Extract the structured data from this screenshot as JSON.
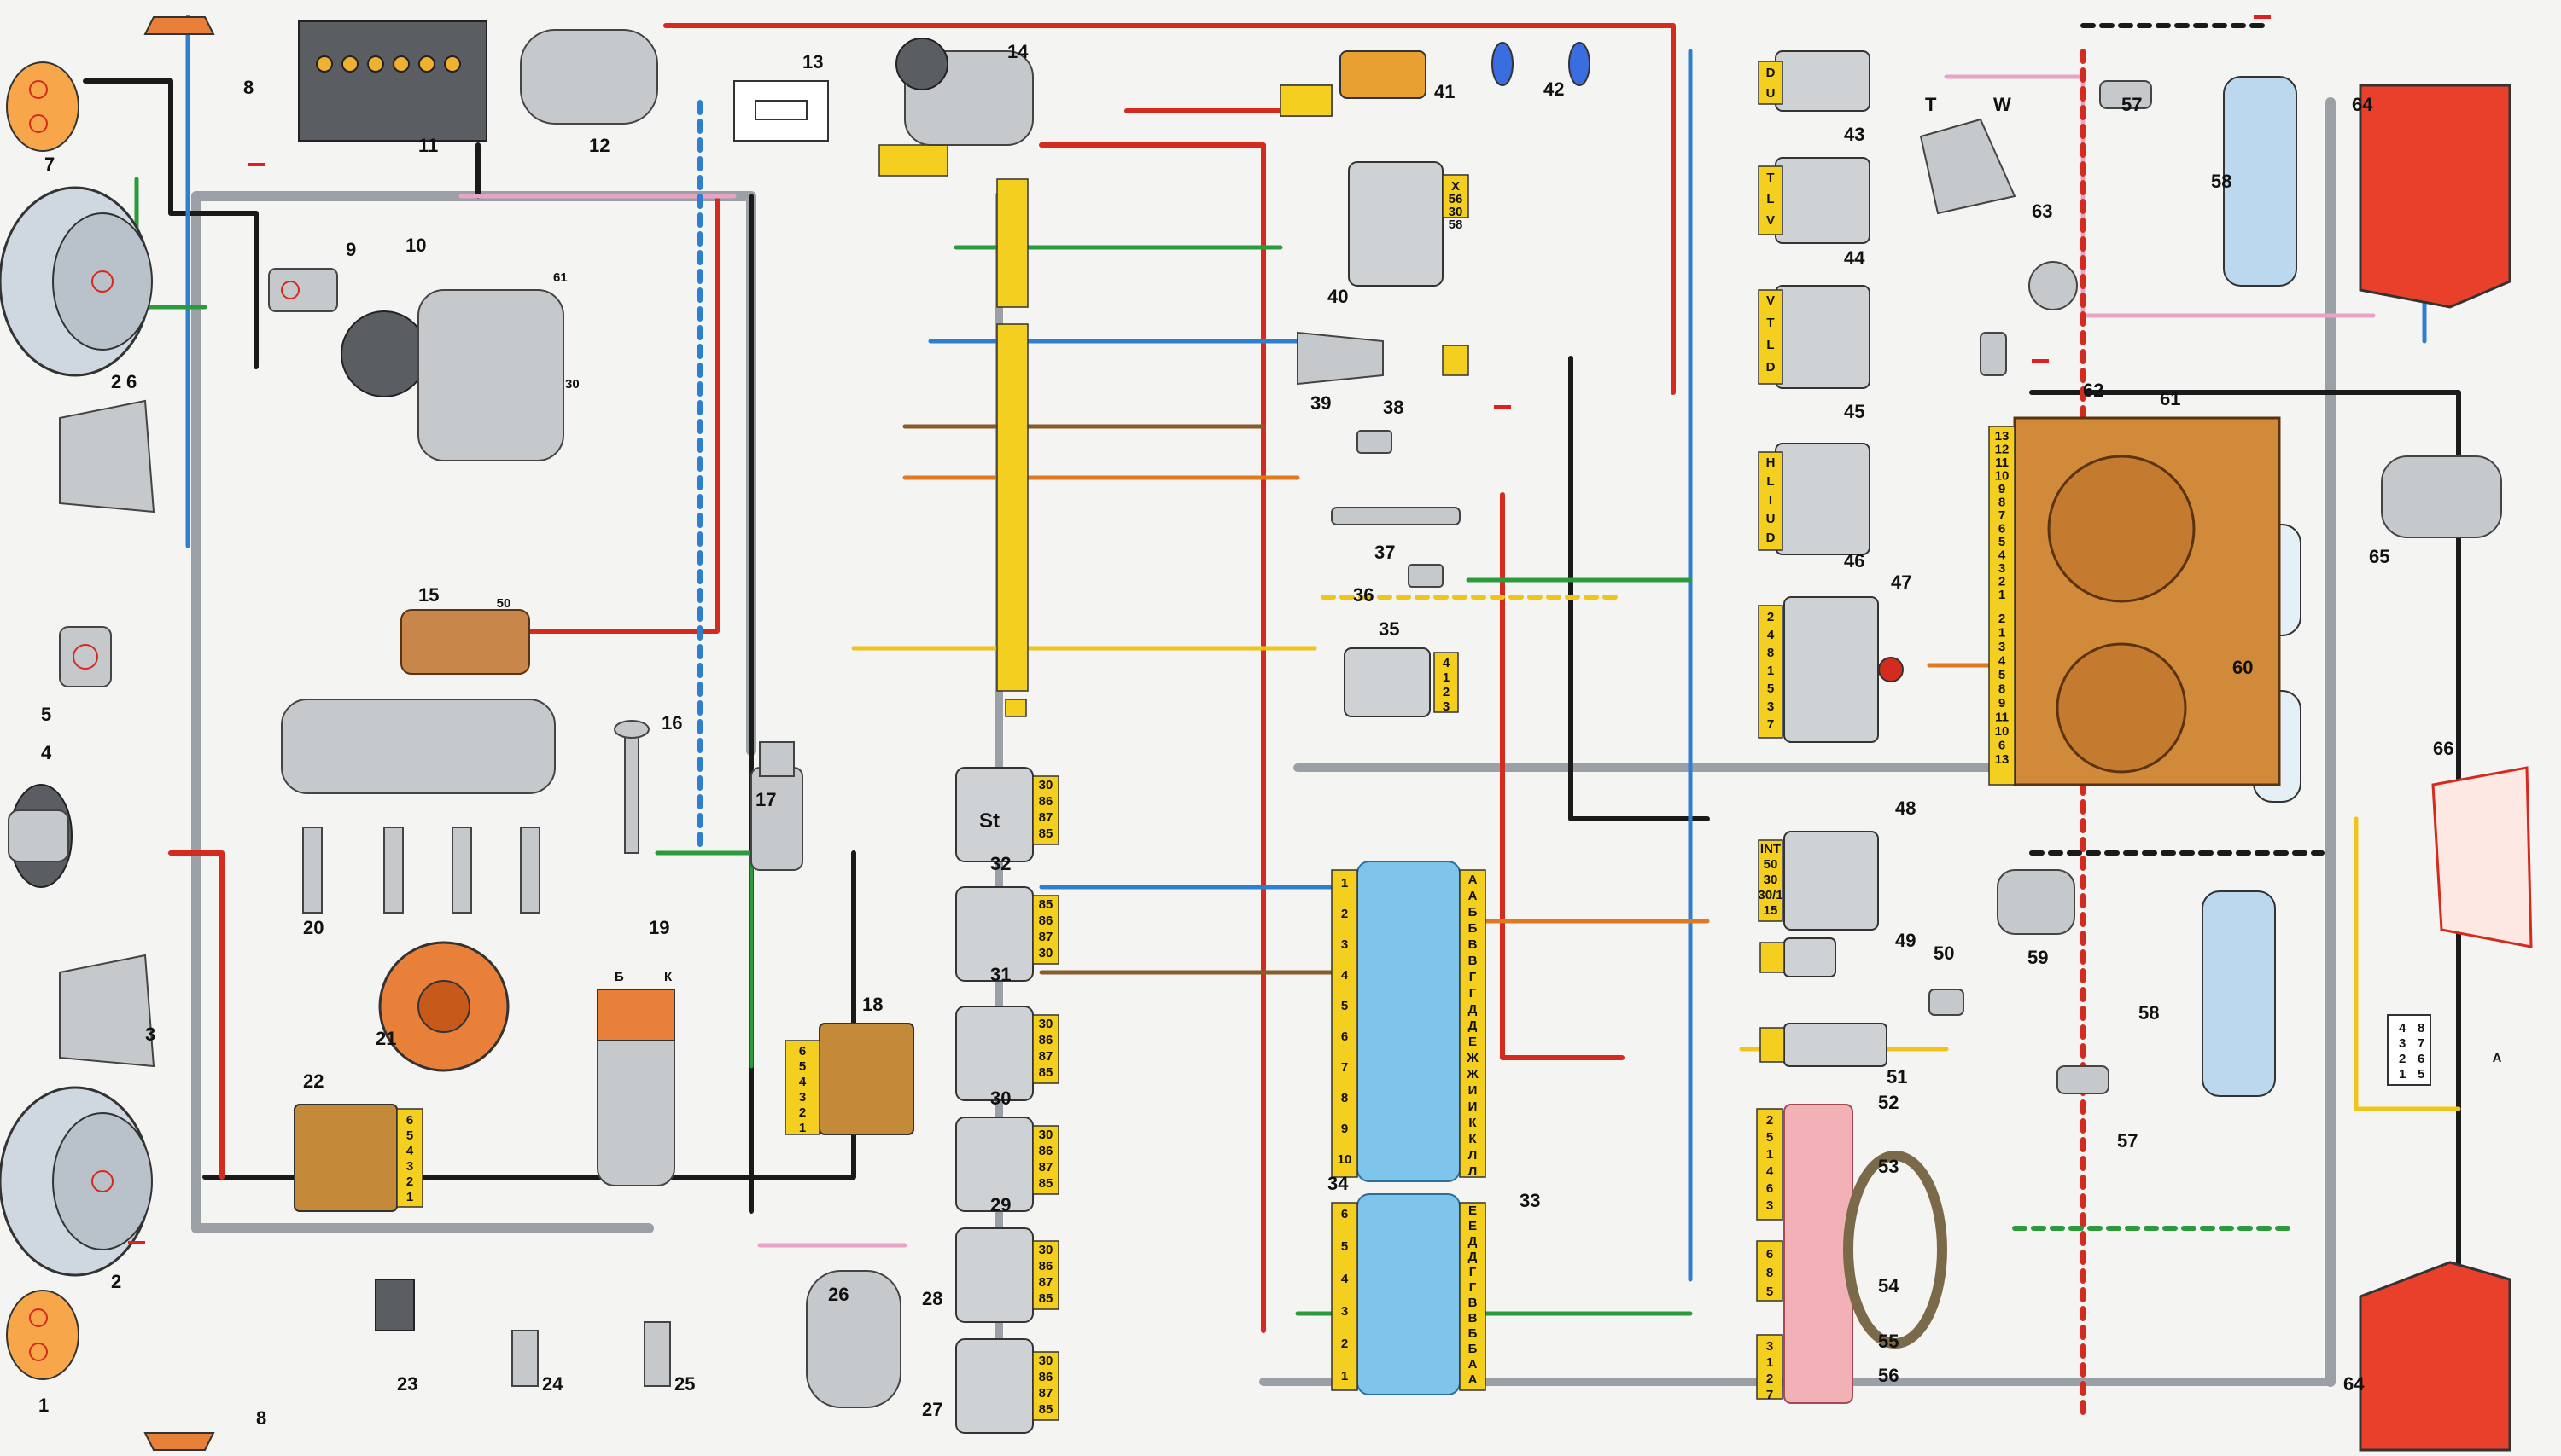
{
  "colors": {
    "wire_black": "#1a1a1a",
    "wire_red": "#d42b1f",
    "wire_blue": "#2f7fd0",
    "wire_green": "#2a9a3a",
    "wire_yellow": "#f0c419",
    "wire_gray": "#9aa0a6",
    "wire_orange": "#e07a20",
    "wire_brown": "#8a5a2b",
    "wire_pink": "#e8a3c6",
    "wire_white": "#ffffff",
    "connector": "#f5cf1f",
    "fuse_block": "#7fc4ea",
    "ground": "#e02020"
  },
  "components": [
    {
      "num": "1"
    },
    {
      "num": "2"
    },
    {
      "num": "2"
    },
    {
      "num": "3"
    },
    {
      "num": "4"
    },
    {
      "num": "5"
    },
    {
      "num": "6"
    },
    {
      "num": "7"
    },
    {
      "num": "8"
    },
    {
      "num": "8"
    },
    {
      "num": "9"
    },
    {
      "num": "10"
    },
    {
      "num": "11"
    },
    {
      "num": "12"
    },
    {
      "num": "13"
    },
    {
      "num": "14"
    },
    {
      "num": "15"
    },
    {
      "num": "16"
    },
    {
      "num": "17"
    },
    {
      "num": "18"
    },
    {
      "num": "19"
    },
    {
      "num": "20"
    },
    {
      "num": "21"
    },
    {
      "num": "22"
    },
    {
      "num": "23"
    },
    {
      "num": "24"
    },
    {
      "num": "25"
    },
    {
      "num": "26"
    },
    {
      "num": "27"
    },
    {
      "num": "28"
    },
    {
      "num": "29"
    },
    {
      "num": "30"
    },
    {
      "num": "31"
    },
    {
      "num": "32"
    },
    {
      "num": "33"
    },
    {
      "num": "34"
    },
    {
      "num": "35"
    },
    {
      "num": "36"
    },
    {
      "num": "37"
    },
    {
      "num": "38"
    },
    {
      "num": "39"
    },
    {
      "num": "40"
    },
    {
      "num": "41"
    },
    {
      "num": "42"
    },
    {
      "num": "43"
    },
    {
      "num": "44"
    },
    {
      "num": "45"
    },
    {
      "num": "46"
    },
    {
      "num": "47"
    },
    {
      "num": "48"
    },
    {
      "num": "49"
    },
    {
      "num": "50"
    },
    {
      "num": "51"
    },
    {
      "num": "52"
    },
    {
      "num": "53"
    },
    {
      "num": "54"
    },
    {
      "num": "55"
    },
    {
      "num": "56"
    },
    {
      "num": "57"
    },
    {
      "num": "57"
    },
    {
      "num": "58"
    },
    {
      "num": "58"
    },
    {
      "num": "59"
    },
    {
      "num": "60"
    },
    {
      "num": "61"
    },
    {
      "num": "62"
    },
    {
      "num": "63"
    },
    {
      "num": "64"
    },
    {
      "num": "64"
    },
    {
      "num": "65"
    },
    {
      "num": "66"
    }
  ],
  "labels": {
    "relay_32": "St",
    "relay_pins": [
      "30",
      "86",
      "87",
      "85"
    ],
    "relay_pins_31": [
      "85",
      "86",
      "87",
      "30"
    ],
    "switch_40_pins": [
      "X",
      "56",
      "30",
      "58"
    ],
    "switch_43_pins": [
      "D",
      "U"
    ],
    "switch_44_pins": [
      "T",
      "L",
      "V"
    ],
    "switch_45_pins": [
      "V",
      "T",
      "L",
      "D"
    ],
    "switch_46_pins": [
      "H",
      "L",
      "I",
      "U",
      "D"
    ],
    "switch_48_pins": [
      "INT",
      "50",
      "30",
      "30/1",
      "15"
    ],
    "fuse_34_left": [
      "1",
      "2",
      "3",
      "4",
      "5",
      "6",
      "7",
      "8",
      "9",
      "10"
    ],
    "fuse_34_right": [
      "А",
      "А",
      "Б",
      "Б",
      "В",
      "В",
      "Г",
      "Г",
      "Д",
      "Д",
      "Е",
      "Ж",
      "Ж",
      "И",
      "И",
      "К",
      "К",
      "Л",
      "Л"
    ],
    "fuse_33_left": [
      "6",
      "5",
      "4",
      "3",
      "2",
      "1"
    ],
    "fuse_33_right": [
      "Е",
      "Е",
      "Д",
      "Д",
      "Г",
      "Г",
      "В",
      "В",
      "Б",
      "Б",
      "А",
      "А"
    ],
    "conn_18": [
      "6",
      "5",
      "4",
      "3",
      "2",
      "1"
    ],
    "conn_22": [
      "6",
      "5",
      "4",
      "3",
      "2",
      "1"
    ],
    "conn_35": [
      "4",
      "1",
      "2",
      "3"
    ],
    "conn_47": [
      "2",
      "4",
      "8",
      "1",
      "5",
      "3",
      "7"
    ],
    "conn_61_top": [
      "13",
      "12",
      "11",
      "10",
      "9",
      "8",
      "7",
      "6",
      "5",
      "4",
      "3",
      "2",
      "1"
    ],
    "conn_61_bottom": [
      "2",
      "1",
      "3",
      "4",
      "5",
      "8",
      "9",
      "11",
      "10",
      "6",
      "13"
    ],
    "conn_52": [
      "2",
      "5",
      "1",
      "4",
      "6",
      "3"
    ],
    "conn_54": [
      "6",
      "8",
      "5"
    ],
    "conn_56": [
      "3",
      "1",
      "2",
      "7"
    ],
    "ignition_coil": [
      "Б",
      "К"
    ],
    "alt_terminals": [
      "61",
      "30"
    ],
    "starter_terminal": "50",
    "switch_63": [
      "T",
      "W"
    ],
    "inset_a_grid": [
      "4",
      "8",
      "3",
      "7",
      "2",
      "6",
      "1",
      "5"
    ],
    "inset_a_label": "A"
  }
}
